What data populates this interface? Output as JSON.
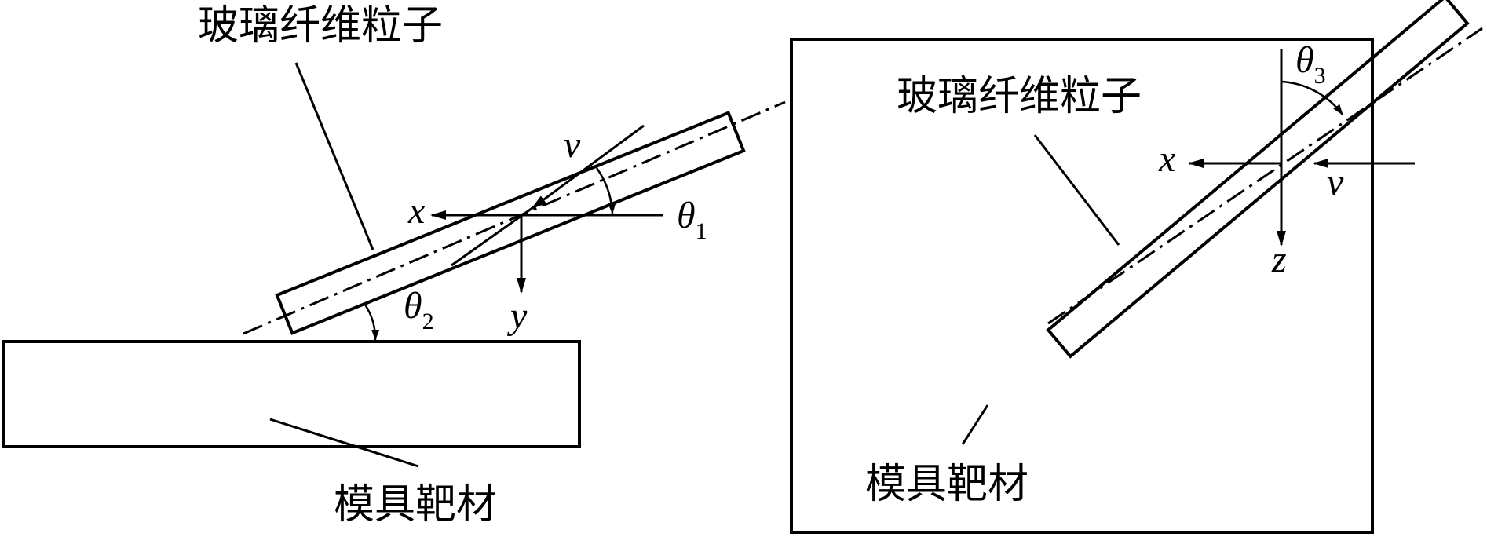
{
  "left": {
    "fiber_label": "玻璃纤维粒子",
    "target_label": "模具靶材",
    "axis_x": "x",
    "axis_y": "y",
    "velocity": "v",
    "theta1": {
      "symbol": "θ",
      "sub": "1"
    },
    "theta2": {
      "symbol": "θ",
      "sub": "2"
    }
  },
  "right": {
    "fiber_label": "玻璃纤维粒子",
    "target_label": "模具靶材",
    "axis_x": "x",
    "axis_z": "z",
    "velocity": "v",
    "theta3": {
      "symbol": "θ",
      "sub": "3"
    }
  },
  "colors": {
    "line": "#000000",
    "background": "#ffffff"
  }
}
